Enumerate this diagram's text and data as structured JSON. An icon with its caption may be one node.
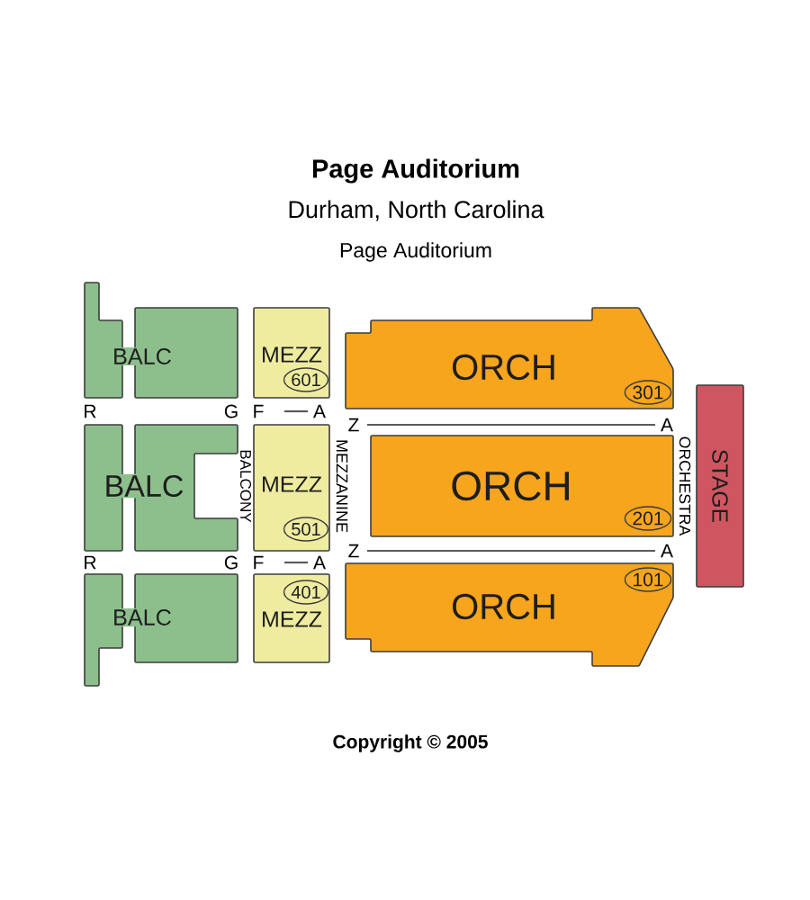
{
  "diagram": {
    "title": "Page Auditorium",
    "nodes": [
      {
        "text": [
          "BALC"
        ]
      },
      {
        "text": [
          "MEZZ"
        ]
      },
      {
        "text": [
          "601"
        ],
        "in": 1
      },
      {
        "text": [
          "ORCH"
        ]
      },
      {
        "text": [
          "301"
        ],
        "in": 3
      },
      {
        "text": [
          "BALC"
        ]
      },
      {
        "text": [
          "MEZZ"
        ]
      },
      {
        "text": [
          "501"
        ],
        "in": 6
      },
      {
        "text": [
          "ORCH"
        ]
      },
      {
        "text": [
          "201"
        ],
        "in": 8
      },
      {
        "text": [
          "STAGE"
        ]
      },
      {
        "text": [
          "BALC"
        ]
      },
      {
        "text": [
          "MEZZ"
        ]
      },
      {
        "text": [
          "401"
        ],
        "in": 12
      },
      {
        "text": [
          "ORCH"
        ]
      },
      {
        "text": [
          "101"
        ],
        "in": 14
      }
    ],
    "labels": [
      "Durham, North Carolina",
      "Page Auditorium",
      "R",
      "G",
      "F",
      "A",
      "Z",
      "A",
      "BALCONY",
      "MEZZANINE",
      "ORCHESTRA",
      "Z",
      "A",
      "R",
      "G",
      "F",
      "A",
      "Copyright © 2005"
    ]
  }
}
